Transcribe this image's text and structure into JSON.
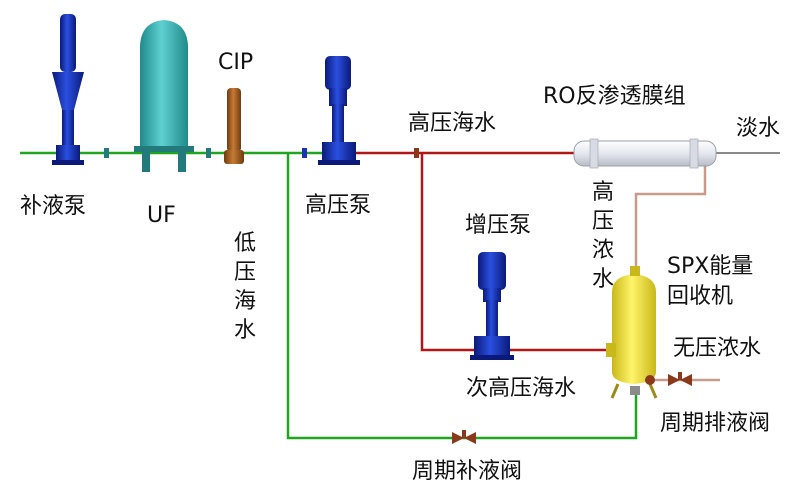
{
  "labels": {
    "makeup_pump": "补液泵",
    "uf": "UF",
    "cip": "CIP",
    "low_pressure_seawater": "低压海水",
    "high_pressure_pump": "高压泵",
    "high_pressure_seawater": "高压海水",
    "ro_membrane_group": "RO反渗透膜组",
    "fresh_water": "淡水",
    "high_pressure_brine": "高压浓水",
    "booster_pump": "增压泵",
    "spx_recovery_line1": "SPX能量",
    "spx_recovery_line2": "回收机",
    "no_pressure_brine": "无压浓水",
    "sub_high_pressure_seawater": "次高压海水",
    "periodic_drain_valve": "周期排液阀",
    "periodic_makeup_valve": "周期补液阀"
  },
  "colors": {
    "feed_line": "#1fa51f",
    "high_pressure_line": "#b01818",
    "brine_line": "#c79a8a",
    "pump_blue": "#1a33b8",
    "uf_teal": "#3bb4b4",
    "cip_brown": "#a0581a",
    "spx_yellow": "#f2ea3a",
    "membrane_white": "#eef0f5"
  }
}
